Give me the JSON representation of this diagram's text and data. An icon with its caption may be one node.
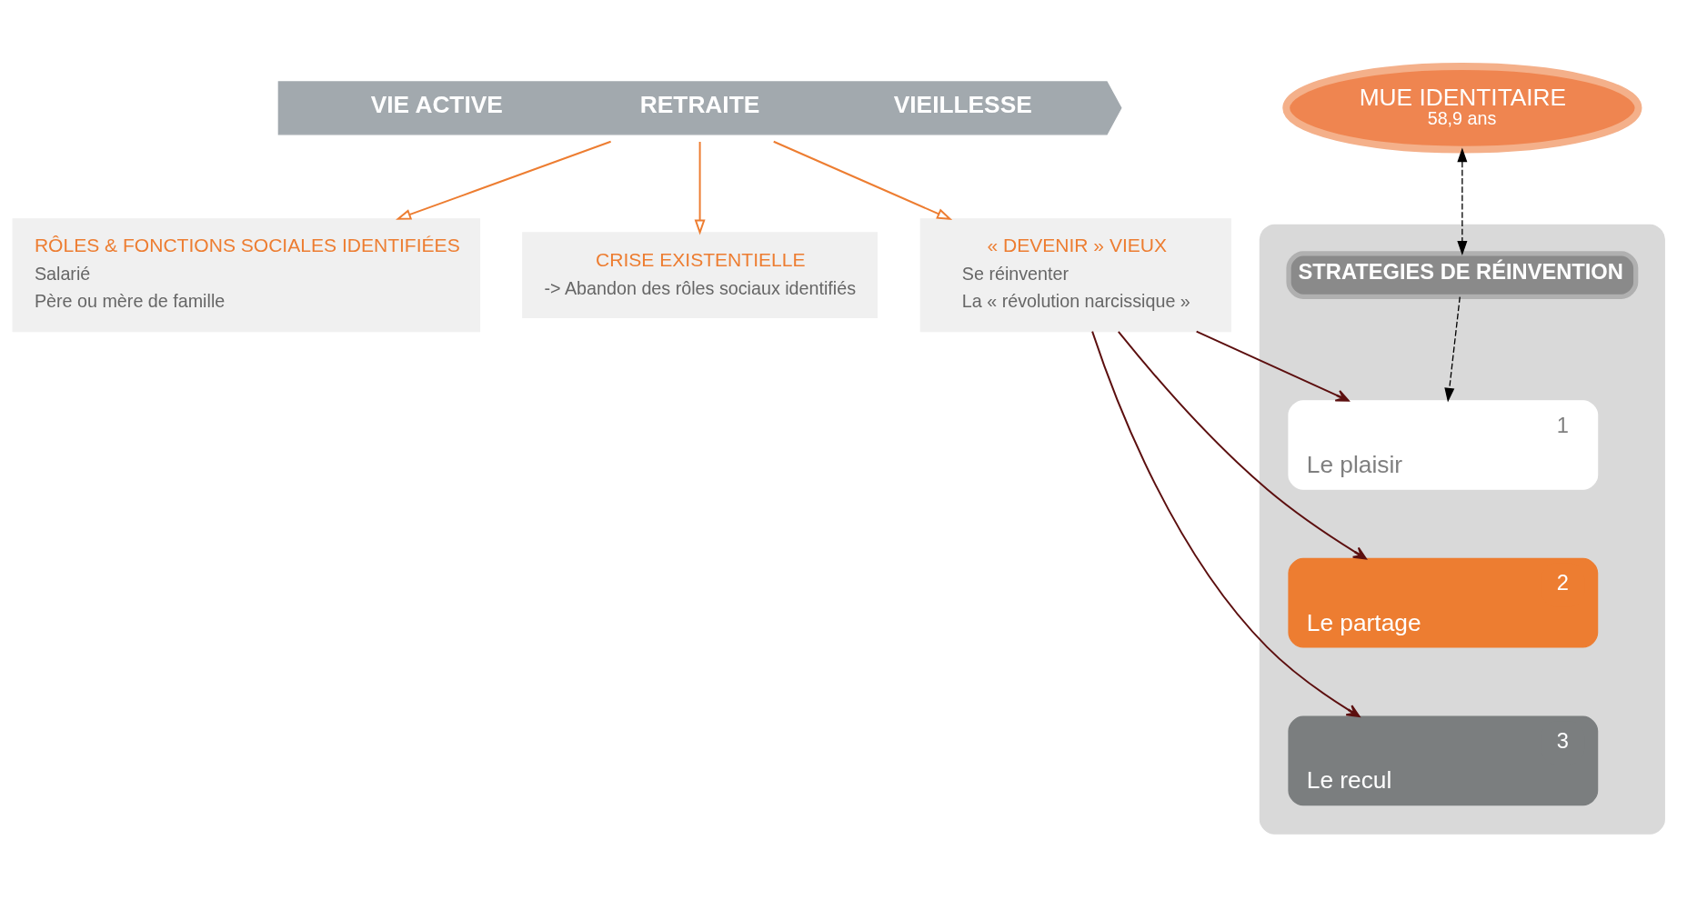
{
  "diagram": {
    "nodes": [
      {
        "text": [
          "VIE ACTIVE",
          "RETRAITE",
          "VIEILLESSE"
        ]
      },
      {
        "text": [
          "MUE IDENTITAIRE",
          "58,9 ans"
        ]
      },
      {
        "text": [],
        "shape": "box"
      },
      {
        "text": [
          "STRATEGIES DE RÉINVENTION"
        ],
        "in": 2
      },
      {
        "text": [
          "RÔLES & FONCTIONS SOCIALES IDENTIFIÉES",
          "Salarié",
          "Père ou mère de famille"
        ]
      },
      {
        "text": [
          "CRISE EXISTENTIELLE",
          "-> Abandon des rôles sociaux identifiés"
        ]
      },
      {
        "text": [
          "« DEVENIR » VIEUX",
          "Se réinventer",
          "La « révolution narcissique »"
        ]
      },
      {
        "text": [
          "1",
          "Le plaisir"
        ],
        "in": 2
      },
      {
        "text": [
          "2",
          "Le partage"
        ],
        "in": 2
      },
      {
        "text": [
          "3",
          "Le recul"
        ],
        "in": 2
      }
    ],
    "edges": [
      {
        "from": 0,
        "to": 4,
        "arrow": "to",
        "color": "#ed7d31"
      },
      {
        "from": 0,
        "to": 5,
        "arrow": "to",
        "color": "#ed7d31"
      },
      {
        "from": 0,
        "to": 6,
        "arrow": "to",
        "color": "#ed7d31"
      },
      {
        "from": 1,
        "to": 3,
        "arrow": "both",
        "style": "dashed",
        "color": "#000000"
      },
      {
        "from": 3,
        "to": 7,
        "arrow": "to",
        "style": "dashed",
        "color": "#000000"
      },
      {
        "from": 6,
        "to": 7,
        "arrow": "to",
        "color": "#5c0f0f"
      },
      {
        "from": 6,
        "to": 8,
        "arrow": "to",
        "color": "#5c0f0f"
      },
      {
        "from": 6,
        "to": 9,
        "arrow": "to",
        "color": "#5c0f0f"
      }
    ]
  }
}
